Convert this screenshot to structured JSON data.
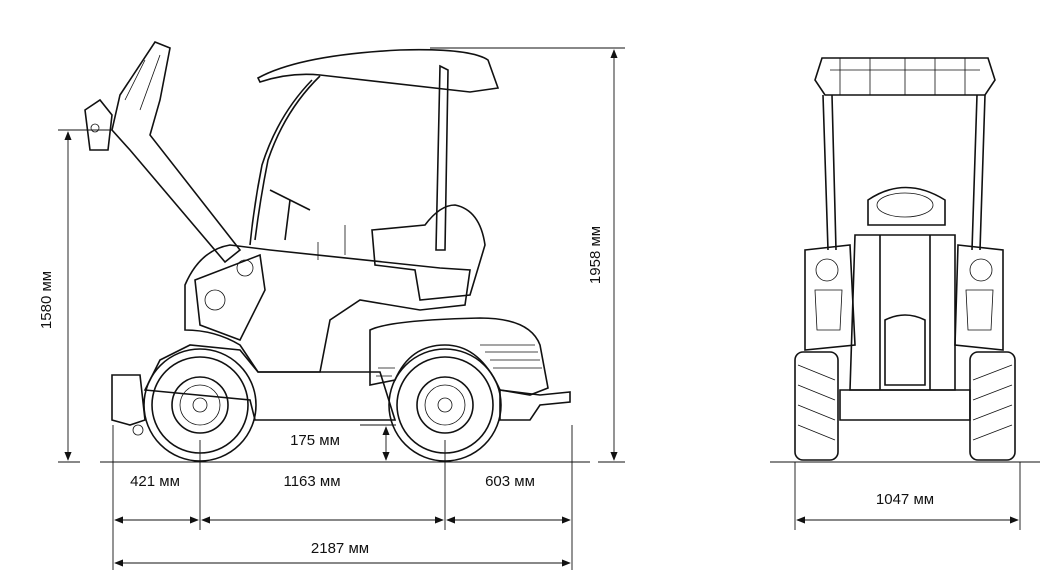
{
  "side_view": {
    "height_to_pivot": "1580 мм",
    "overall_height": "1958 мм",
    "ground_clearance": "175 мм",
    "front_overhang": "421 мм",
    "wheelbase": "1163 мм",
    "rear_overhang": "603 мм",
    "overall_length": "2187 мм"
  },
  "front_view": {
    "overall_width": "1047 мм"
  }
}
